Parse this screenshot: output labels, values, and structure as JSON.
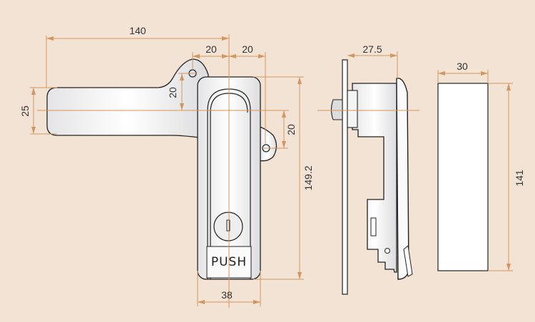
{
  "title": "Push-button handle lock dimension drawing",
  "front_view": {
    "push_label": "PUSH",
    "dimensions": {
      "overall_length": "140",
      "hole_offset_left": "20",
      "hole_offset_right": "20",
      "arm_height": "25",
      "hole_vertical_top": "20",
      "hole_vertical_bottom": "20",
      "body_height": "149.2",
      "body_width": "38"
    }
  },
  "side_view": {
    "dimensions": {
      "depth": "27.5"
    }
  },
  "cutout_view": {
    "dimensions": {
      "width": "30",
      "height": "141"
    }
  },
  "colors": {
    "background": "#f2e3d5",
    "dimension_line": "#d4955e",
    "outline": "#222222"
  }
}
